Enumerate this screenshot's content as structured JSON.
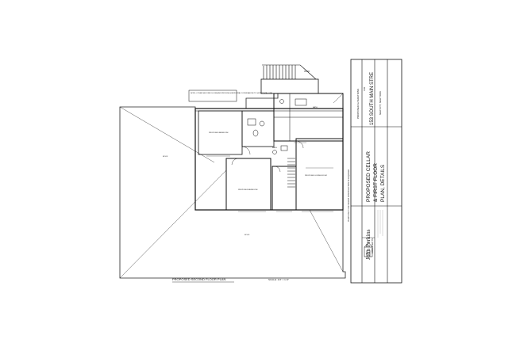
{
  "plan": {
    "title": "PROPOSED SECOND FLOOR PLAN",
    "scale": "SCALE: 1/4\" = 1'-0\"",
    "note": "NOTE: COVER SECOND FLOOR AND PROVIDE HORIZONTAL COVER ABOVE TO HORIZONTAL LINE",
    "rooms": {
      "proposed_bedroom_1": "PROPOSED BEDROOM",
      "proposed_bedroom_2": "PROPOSED BEDROOM",
      "proposed_living_room": "PROPOSED LIVING ROOM",
      "bath": "BATH",
      "bath_small": "BATH",
      "roof_left": "ROOF",
      "roof_bottom": "ROOF"
    },
    "bottom_caption": "PLANS ONLY FOR PERMIT CONSTRUCTION IS REQUIRED"
  },
  "title_block": {
    "project_type": "PROPOSED ALTERATIONS",
    "for_label": "FOR",
    "address": "153 SOUTH MAIN STRE",
    "city": "NEW CITY, NEW YORK",
    "sheet_title_line1": "PROPOSED CELLAR",
    "sheet_title_line2": "& FIRST FLOOR",
    "sheet_title_line3": "PLAN, DETAILS",
    "firm_name": "John Perkins",
    "firm_sub": "ARCHITECTS"
  }
}
